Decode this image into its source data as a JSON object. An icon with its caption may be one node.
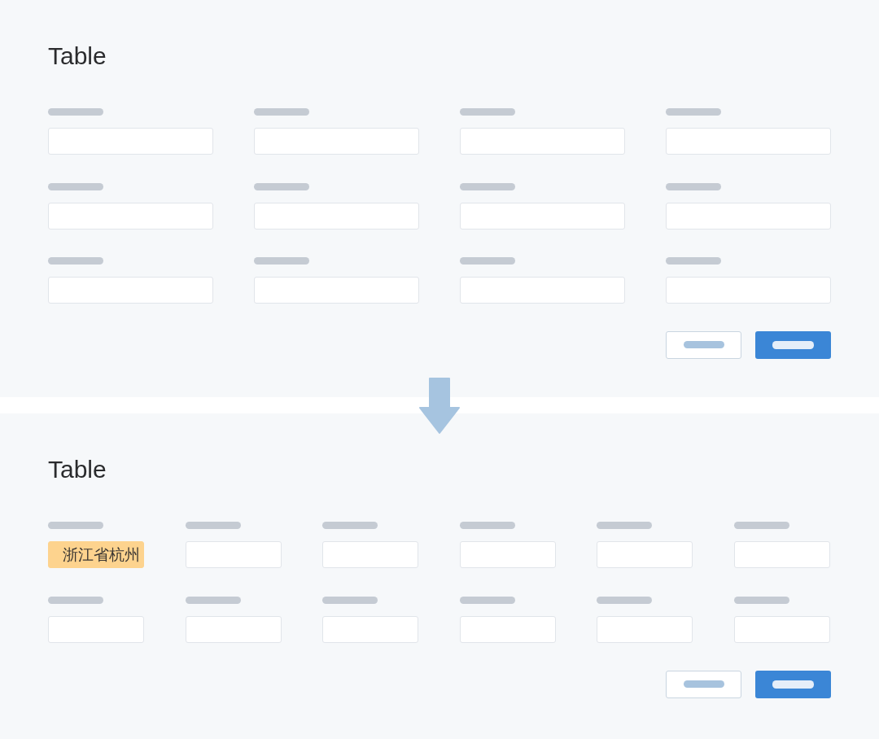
{
  "diagram": {
    "nodes": [
      {
        "text": [
          "Table"
        ]
      },
      {
        "text": [],
        "shape": "box",
        "in": 0
      },
      {
        "text": [],
        "shape": "box",
        "in": 0
      },
      {
        "text": [],
        "shape": "box",
        "in": 0
      },
      {
        "text": [],
        "shape": "box",
        "in": 0
      },
      {
        "text": [],
        "shape": "box",
        "in": 0
      },
      {
        "text": [],
        "shape": "box",
        "in": 0
      },
      {
        "text": [],
        "shape": "box",
        "in": 0
      },
      {
        "text": [],
        "shape": "box",
        "in": 0
      },
      {
        "text": [],
        "shape": "box",
        "in": 0
      },
      {
        "text": [],
        "shape": "box",
        "in": 0
      },
      {
        "text": [],
        "shape": "box",
        "in": 0
      },
      {
        "text": [],
        "shape": "box",
        "in": 0
      },
      {
        "text": [
          "Table"
        ]
      },
      {
        "text": [
          "浙江省杭州"
        ],
        "in": 13
      },
      {
        "text": [],
        "shape": "box",
        "in": 13
      },
      {
        "text": [],
        "shape": "box",
        "in": 13
      },
      {
        "text": [],
        "shape": "box",
        "in": 13
      },
      {
        "text": [],
        "shape": "box",
        "in": 13
      },
      {
        "text": [],
        "shape": "box",
        "in": 13
      },
      {
        "text": [],
        "shape": "box",
        "in": 13
      },
      {
        "text": [],
        "shape": "box",
        "in": 13
      },
      {
        "text": [],
        "shape": "box",
        "in": 13
      },
      {
        "text": [],
        "shape": "box",
        "in": 13
      },
      {
        "text": [],
        "shape": "box",
        "in": 13
      },
      {
        "text": [],
        "shape": "box",
        "in": 13
      }
    ],
    "edges": [
      {
        "from": 0,
        "to": 13,
        "arrow": "to"
      }
    ]
  }
}
